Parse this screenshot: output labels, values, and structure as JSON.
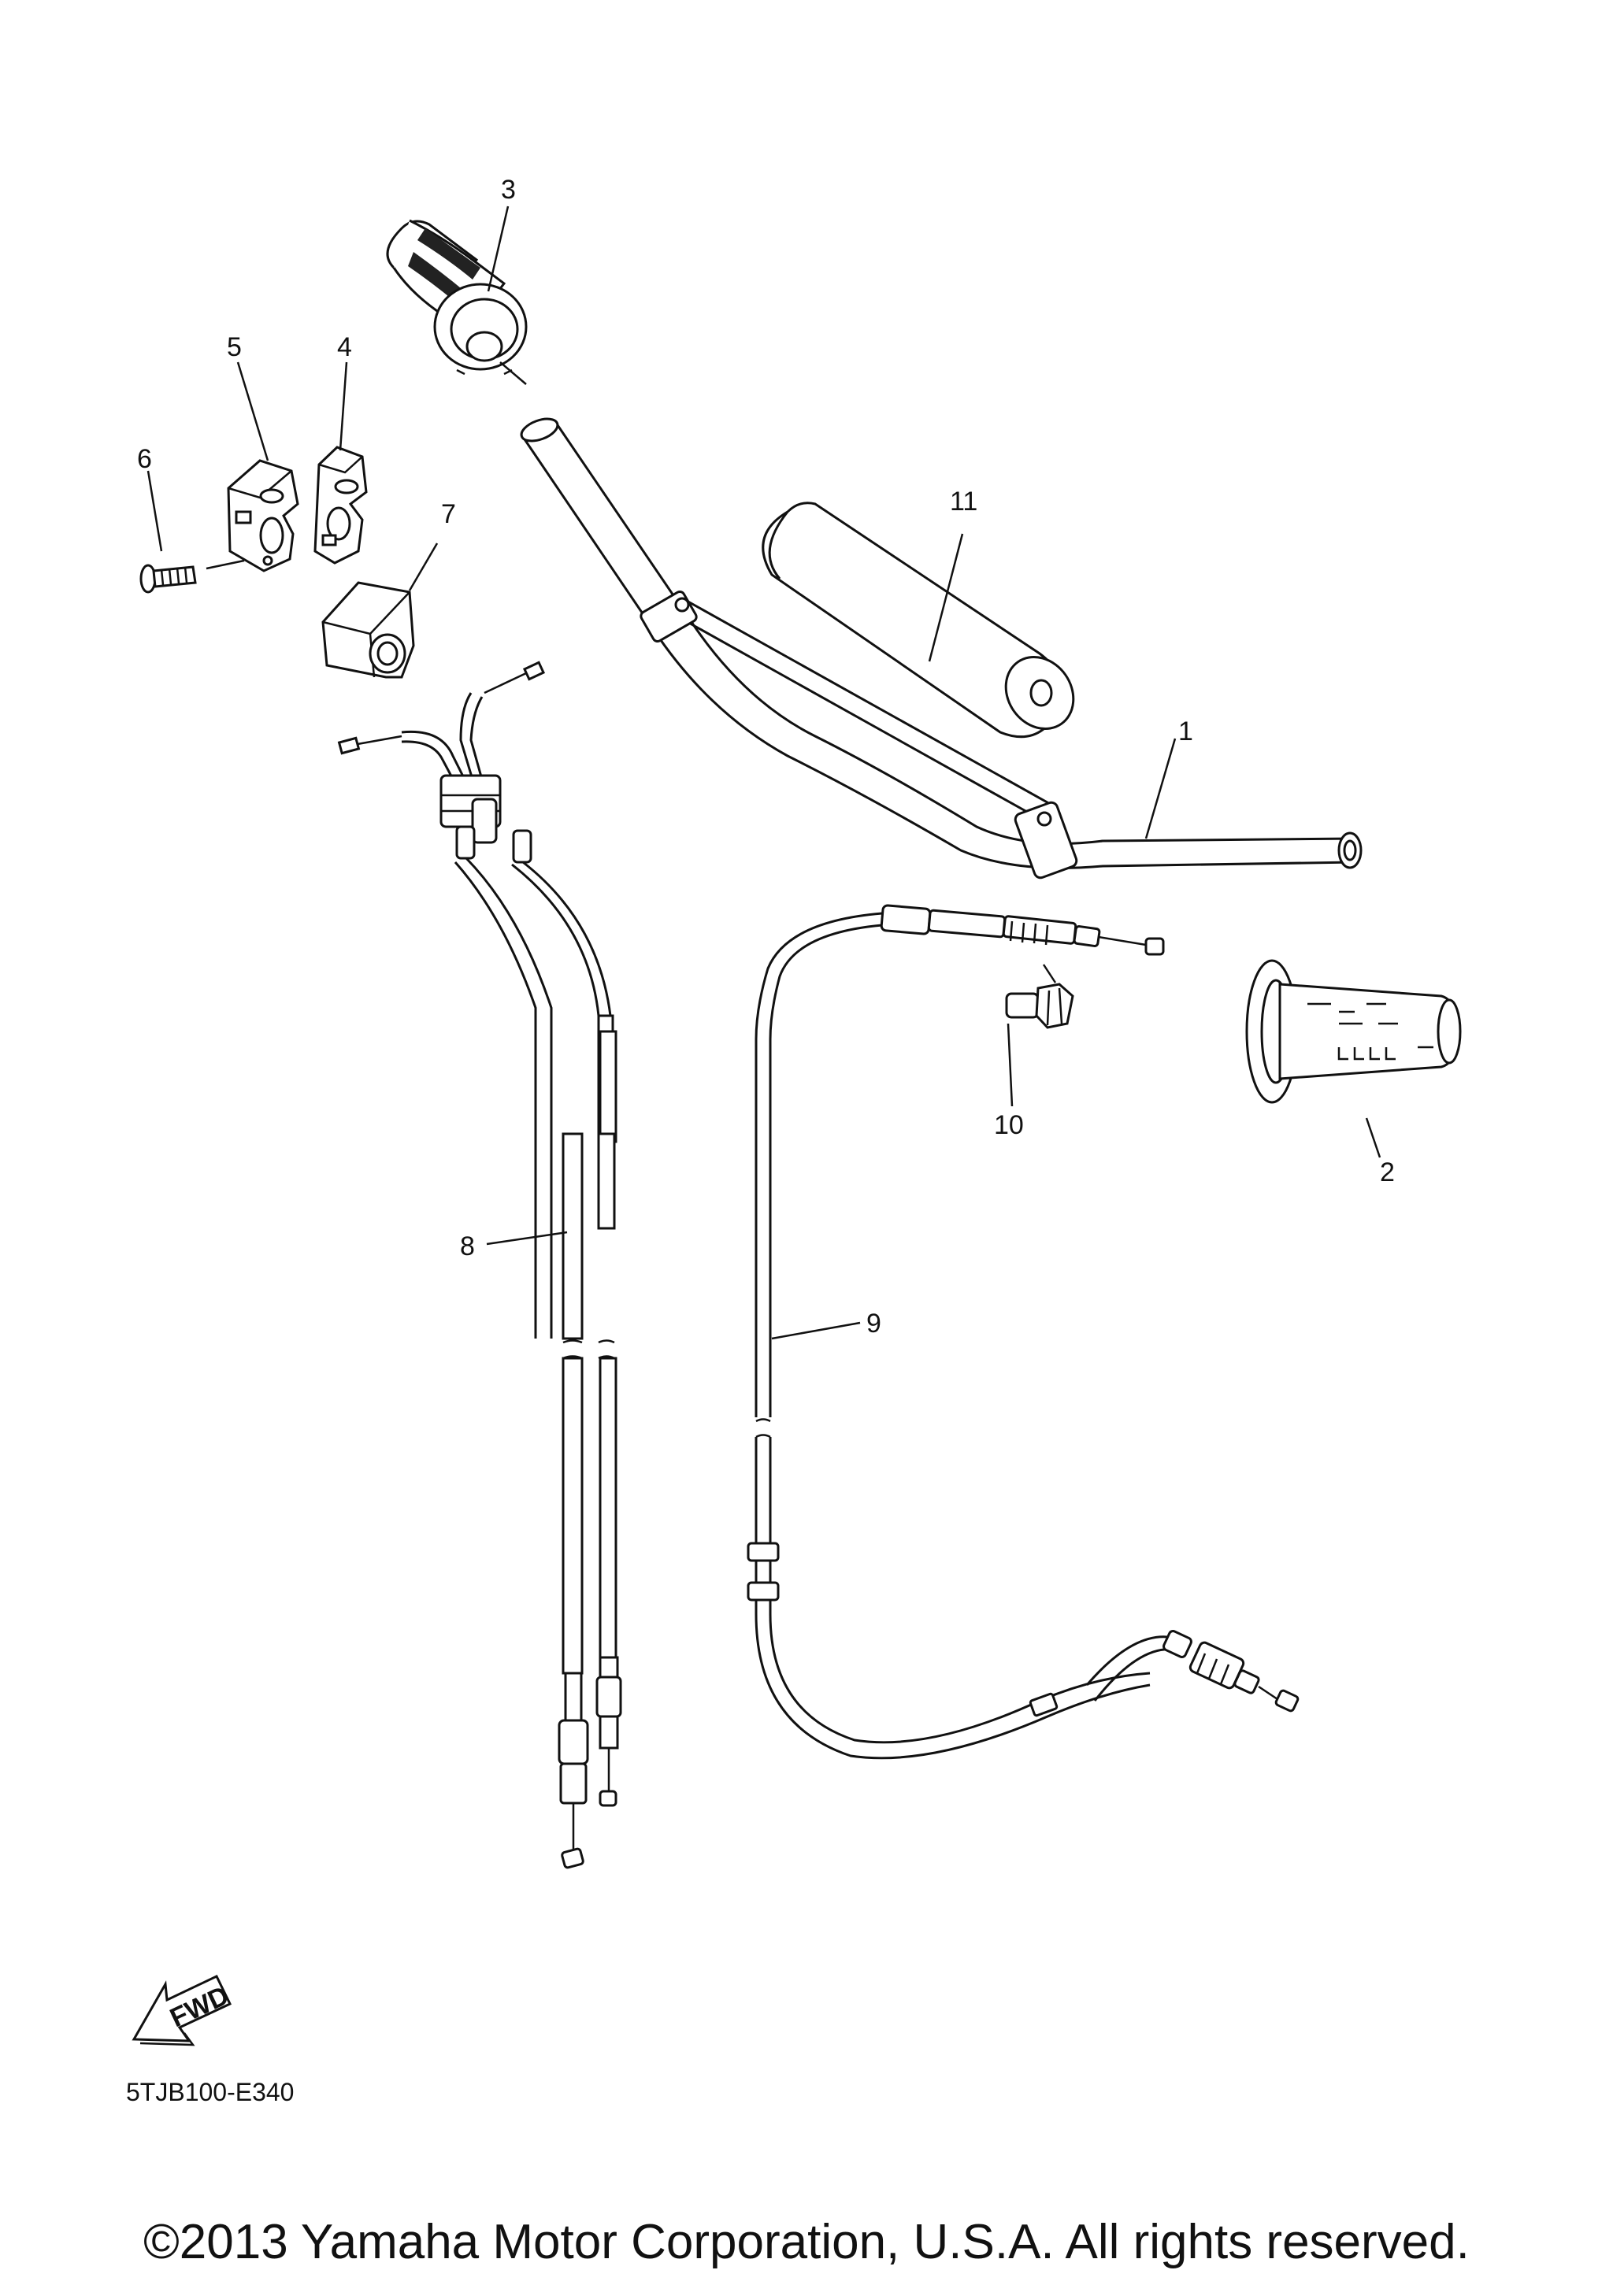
{
  "diagram": {
    "callouts": [
      "1",
      "2",
      "3",
      "4",
      "5",
      "6",
      "7",
      "8",
      "9",
      "10",
      "11"
    ],
    "part_code": "5TJB100-E340",
    "fwd_label": "FWD"
  },
  "footer": {
    "copyright": "©2013 Yamaha Motor Corporation, U.S.A. All rights reserved."
  }
}
